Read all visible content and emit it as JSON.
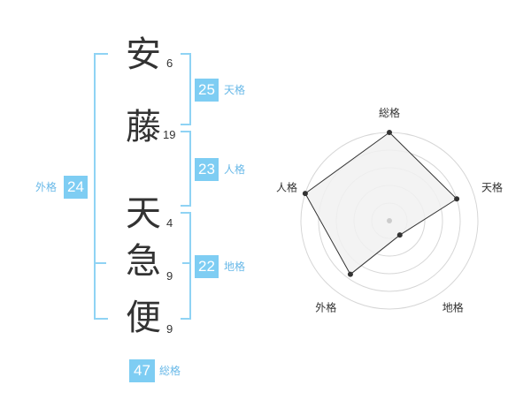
{
  "name": {
    "chars": [
      "安",
      "藤",
      "天",
      "急",
      "便"
    ],
    "strokes": [
      "6",
      "19",
      "4",
      "9",
      "9"
    ]
  },
  "fortune": {
    "tenkaku": {
      "value": "25",
      "label": "天格"
    },
    "jinkaku": {
      "value": "23",
      "label": "人格"
    },
    "chikaku": {
      "value": "22",
      "label": "地格"
    },
    "gaikaku": {
      "value": "24",
      "label": "外格"
    },
    "soukaku": {
      "value": "47",
      "label": "総格"
    }
  },
  "chart_data": {
    "type": "radar",
    "axes": [
      "総格",
      "天格",
      "地格",
      "外格",
      "人格"
    ],
    "values": [
      1.0,
      0.8,
      0.2,
      0.75,
      1.0
    ],
    "rings": 5,
    "colors": {
      "fill": "#f1f1f1",
      "ring": "#d6d6d6",
      "line": "#333333",
      "point": "#333333",
      "center": "#cccccc"
    }
  }
}
